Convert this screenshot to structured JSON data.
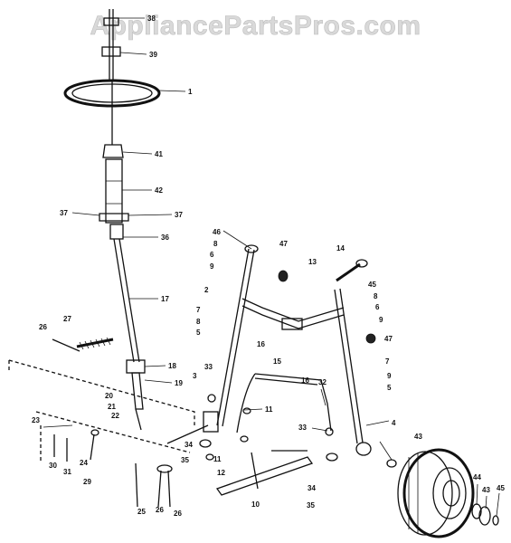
{
  "watermark": "AppliancePartsPros.com",
  "callouts": [
    {
      "id": "38"
    },
    {
      "id": "39"
    },
    {
      "id": "1"
    },
    {
      "id": "41"
    },
    {
      "id": "42"
    },
    {
      "id": "37"
    },
    {
      "id": "37"
    },
    {
      "id": "36"
    },
    {
      "id": "17"
    },
    {
      "id": "46"
    },
    {
      "id": "8"
    },
    {
      "id": "6"
    },
    {
      "id": "9"
    },
    {
      "id": "47"
    },
    {
      "id": "14"
    },
    {
      "id": "13"
    },
    {
      "id": "45"
    },
    {
      "id": "8"
    },
    {
      "id": "6"
    },
    {
      "id": "9"
    },
    {
      "id": "2"
    },
    {
      "id": "7"
    },
    {
      "id": "8"
    },
    {
      "id": "5"
    },
    {
      "id": "16"
    },
    {
      "id": "15"
    },
    {
      "id": "16"
    },
    {
      "id": "47"
    },
    {
      "id": "7"
    },
    {
      "id": "9"
    },
    {
      "id": "5"
    },
    {
      "id": "26"
    },
    {
      "id": "27"
    },
    {
      "id": "18"
    },
    {
      "id": "19"
    },
    {
      "id": "33"
    },
    {
      "id": "3"
    },
    {
      "id": "32"
    },
    {
      "id": "20"
    },
    {
      "id": "21"
    },
    {
      "id": "22"
    },
    {
      "id": "23"
    },
    {
      "id": "11"
    },
    {
      "id": "33"
    },
    {
      "id": "4"
    },
    {
      "id": "34"
    },
    {
      "id": "35"
    },
    {
      "id": "12"
    },
    {
      "id": "11"
    },
    {
      "id": "43"
    },
    {
      "id": "30"
    },
    {
      "id": "31"
    },
    {
      "id": "24"
    },
    {
      "id": "29"
    },
    {
      "id": "10"
    },
    {
      "id": "34"
    },
    {
      "id": "35"
    },
    {
      "id": "44"
    },
    {
      "id": "43"
    },
    {
      "id": "45"
    },
    {
      "id": "25"
    },
    {
      "id": "26"
    },
    {
      "id": "26"
    }
  ]
}
